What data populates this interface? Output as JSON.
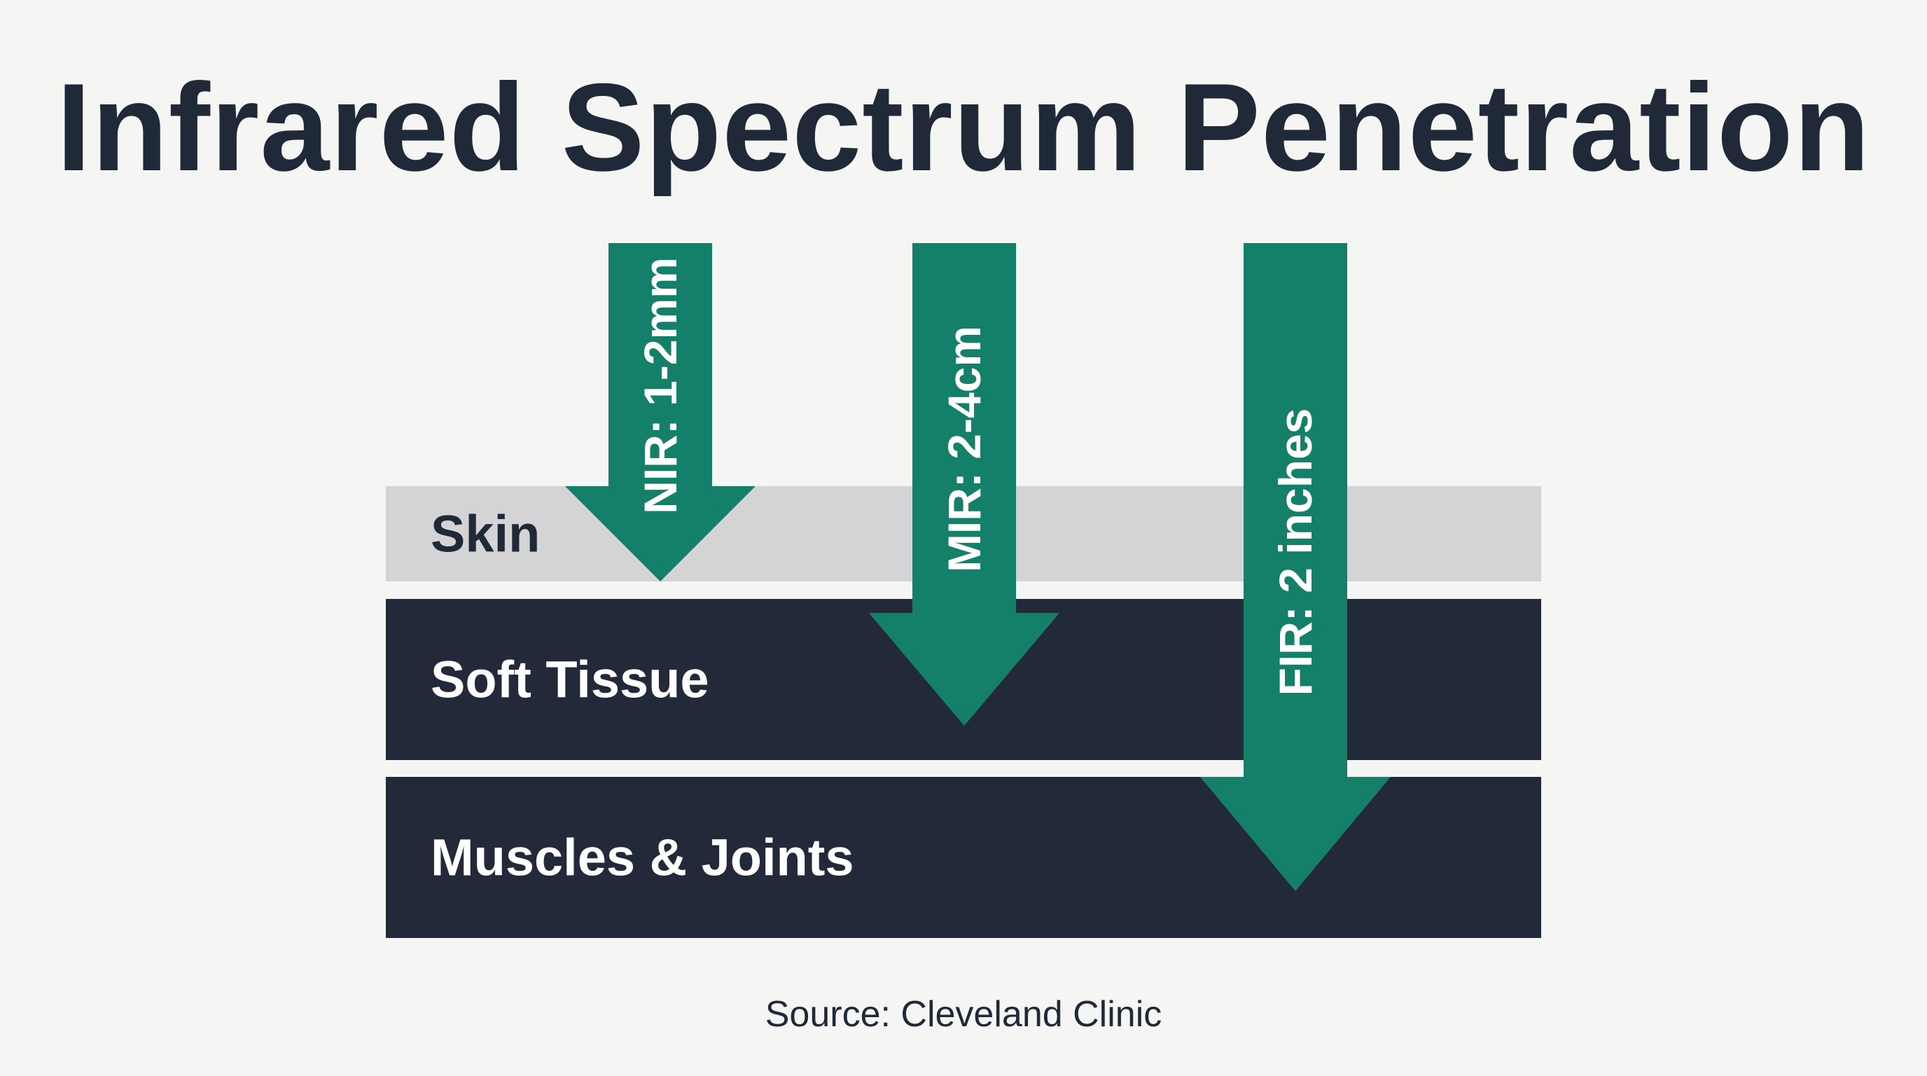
{
  "title": "Infrared Spectrum Penetration",
  "source": "Source: Cleveland Clinic",
  "colors": {
    "background": "#f5f5f3",
    "title": "#1f2937",
    "skin_layer": "#d4d4d6",
    "deep_layer": "#222a3a",
    "arrow": "#14806a",
    "label_dark": "#1f2937",
    "label_light": "#ffffff"
  },
  "layers": [
    {
      "label": "Skin",
      "tone": "light"
    },
    {
      "label": "Soft Tissue",
      "tone": "dark"
    },
    {
      "label": "Muscles & Joints",
      "tone": "dark"
    }
  ],
  "arrows": [
    {
      "label": "NIR: 1-2mm",
      "reaches": "Skin"
    },
    {
      "label": "MIR: 2-4cm",
      "reaches": "Soft Tissue"
    },
    {
      "label": "FIR: 2 inches",
      "reaches": "Muscles & Joints"
    }
  ]
}
